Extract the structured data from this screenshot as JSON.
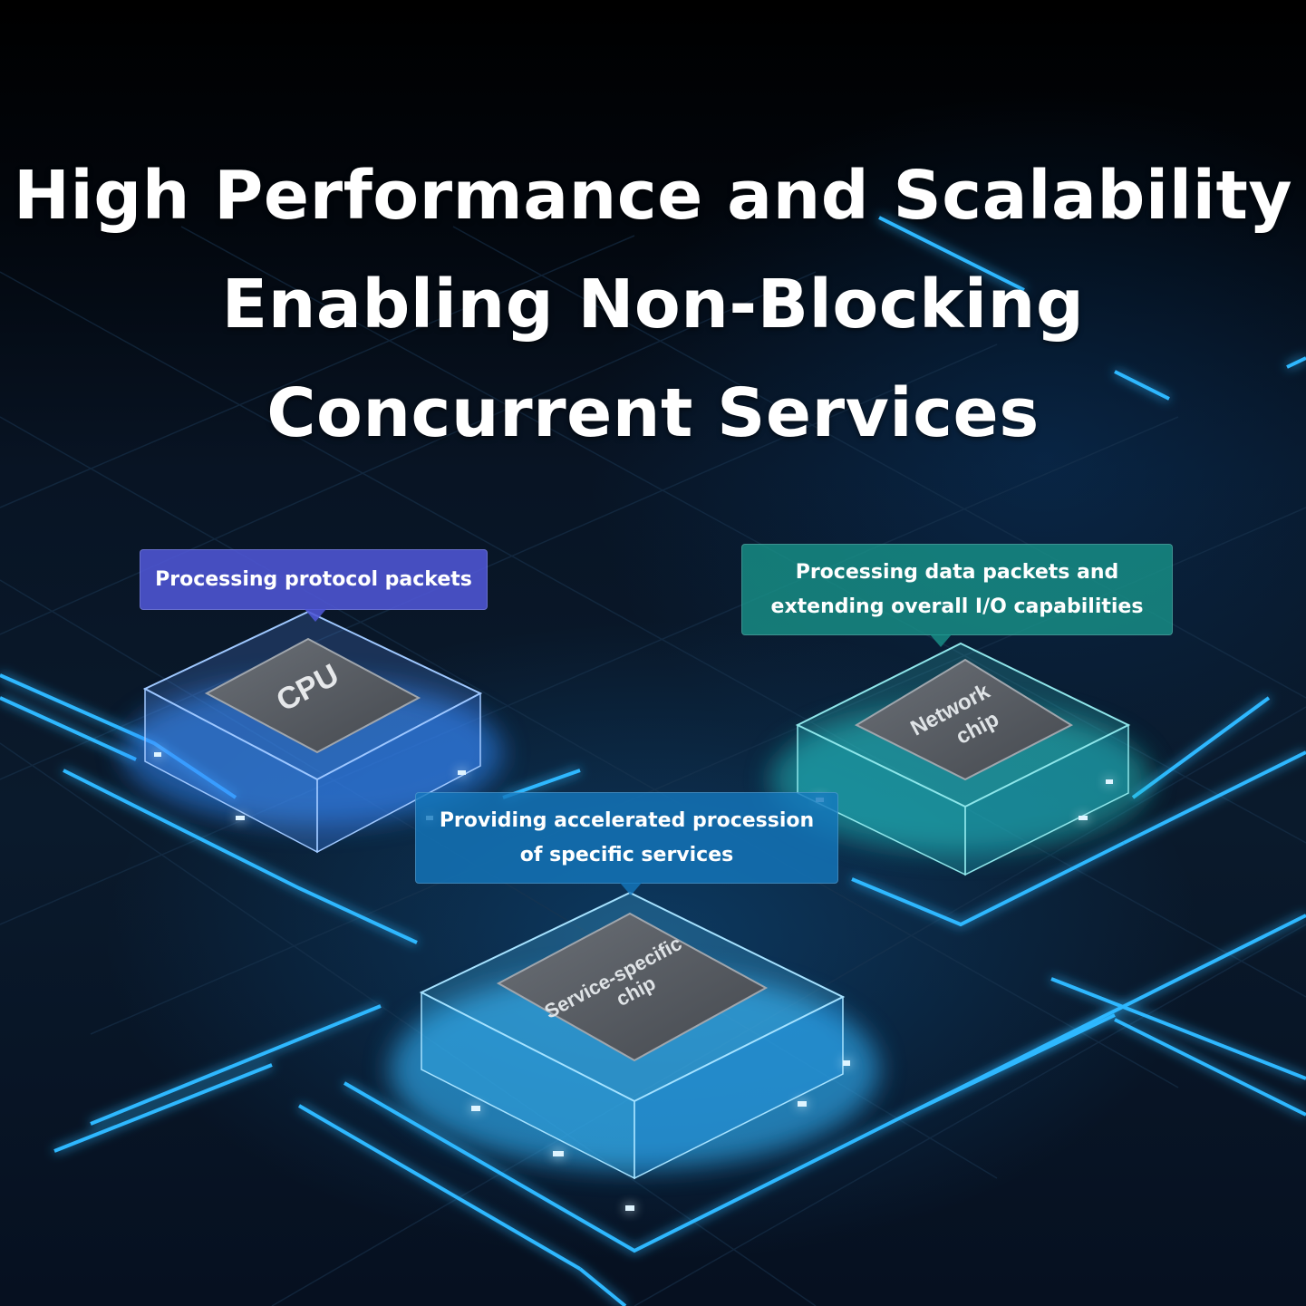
{
  "headline": {
    "line1": "High Performance and Scalability",
    "line2": "Enabling Non-Blocking",
    "line3": "Concurrent Services"
  },
  "chips": {
    "cpu": {
      "label": "CPU",
      "callout": [
        "Processing protocol packets"
      ],
      "accent": "#4e56d6"
    },
    "network": {
      "label_lines": [
        "Network",
        "chip"
      ],
      "callout": [
        "Processing data packets and",
        "extending overall I/O capabilities"
      ],
      "accent": "#18968c"
    },
    "service": {
      "label_lines": [
        "Service-specific",
        "chip"
      ],
      "callout": [
        "Providing accelerated procession",
        "of specific services"
      ],
      "accent": "#1478be"
    }
  },
  "colors": {
    "glow": "#2fb8ff",
    "chip_top": "#5a5f66",
    "background": "#000000"
  }
}
